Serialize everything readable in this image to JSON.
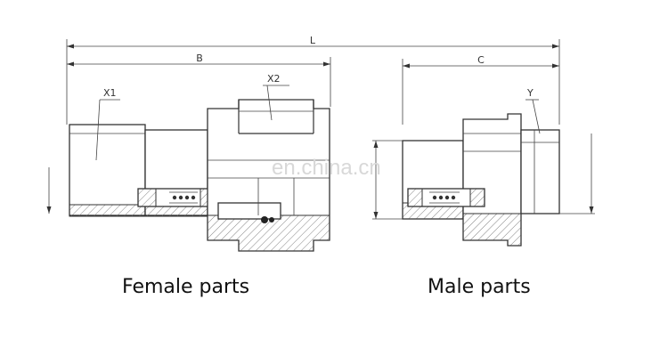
{
  "dimensions": {
    "overall_length": "L",
    "female_length": "B",
    "male_length": "C"
  },
  "callouts": {
    "female_pipe": "X1",
    "female_hex": "X2",
    "male_tip": "Y"
  },
  "watermark": "en.china.cn",
  "captions": {
    "female": "Female parts",
    "male": "Male parts"
  },
  "colors": {
    "line": "#333333",
    "hatch": "#777777",
    "watermark": "#d8d8d8"
  }
}
